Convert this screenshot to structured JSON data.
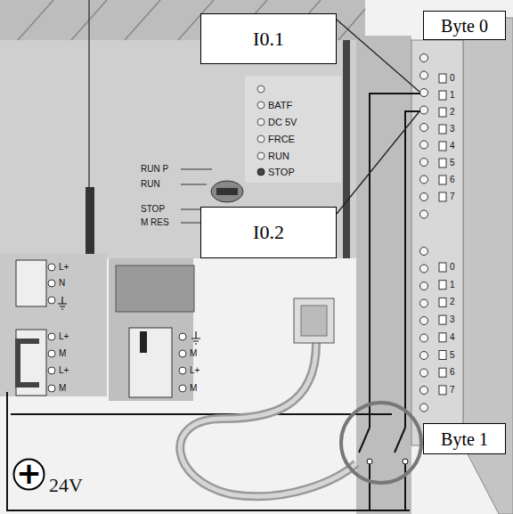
{
  "diagram": {
    "nodes": [
      {
        "text": [
          "I0.1"
        ]
      },
      {
        "text": [
          "Byte 0"
        ]
      },
      {
        "text": [
          "I0.2"
        ]
      },
      {
        "text": [
          "Byte 1"
        ]
      },
      {
        "text": [
          "+"
        ]
      }
    ],
    "labels": [
      "BATF",
      "DC 5V",
      "FRCE",
      "RUN",
      "STOP",
      "RUN P",
      "RUN",
      "STOP",
      "M RES",
      "0",
      "1",
      "2",
      "3",
      "4",
      "5",
      "6",
      "7",
      "0",
      "1",
      "2",
      "3",
      "4",
      "5",
      "6",
      "7",
      "L+",
      "N",
      "L+",
      "M",
      "L+",
      "M",
      "M",
      "L+",
      "M",
      "24V"
    ]
  }
}
